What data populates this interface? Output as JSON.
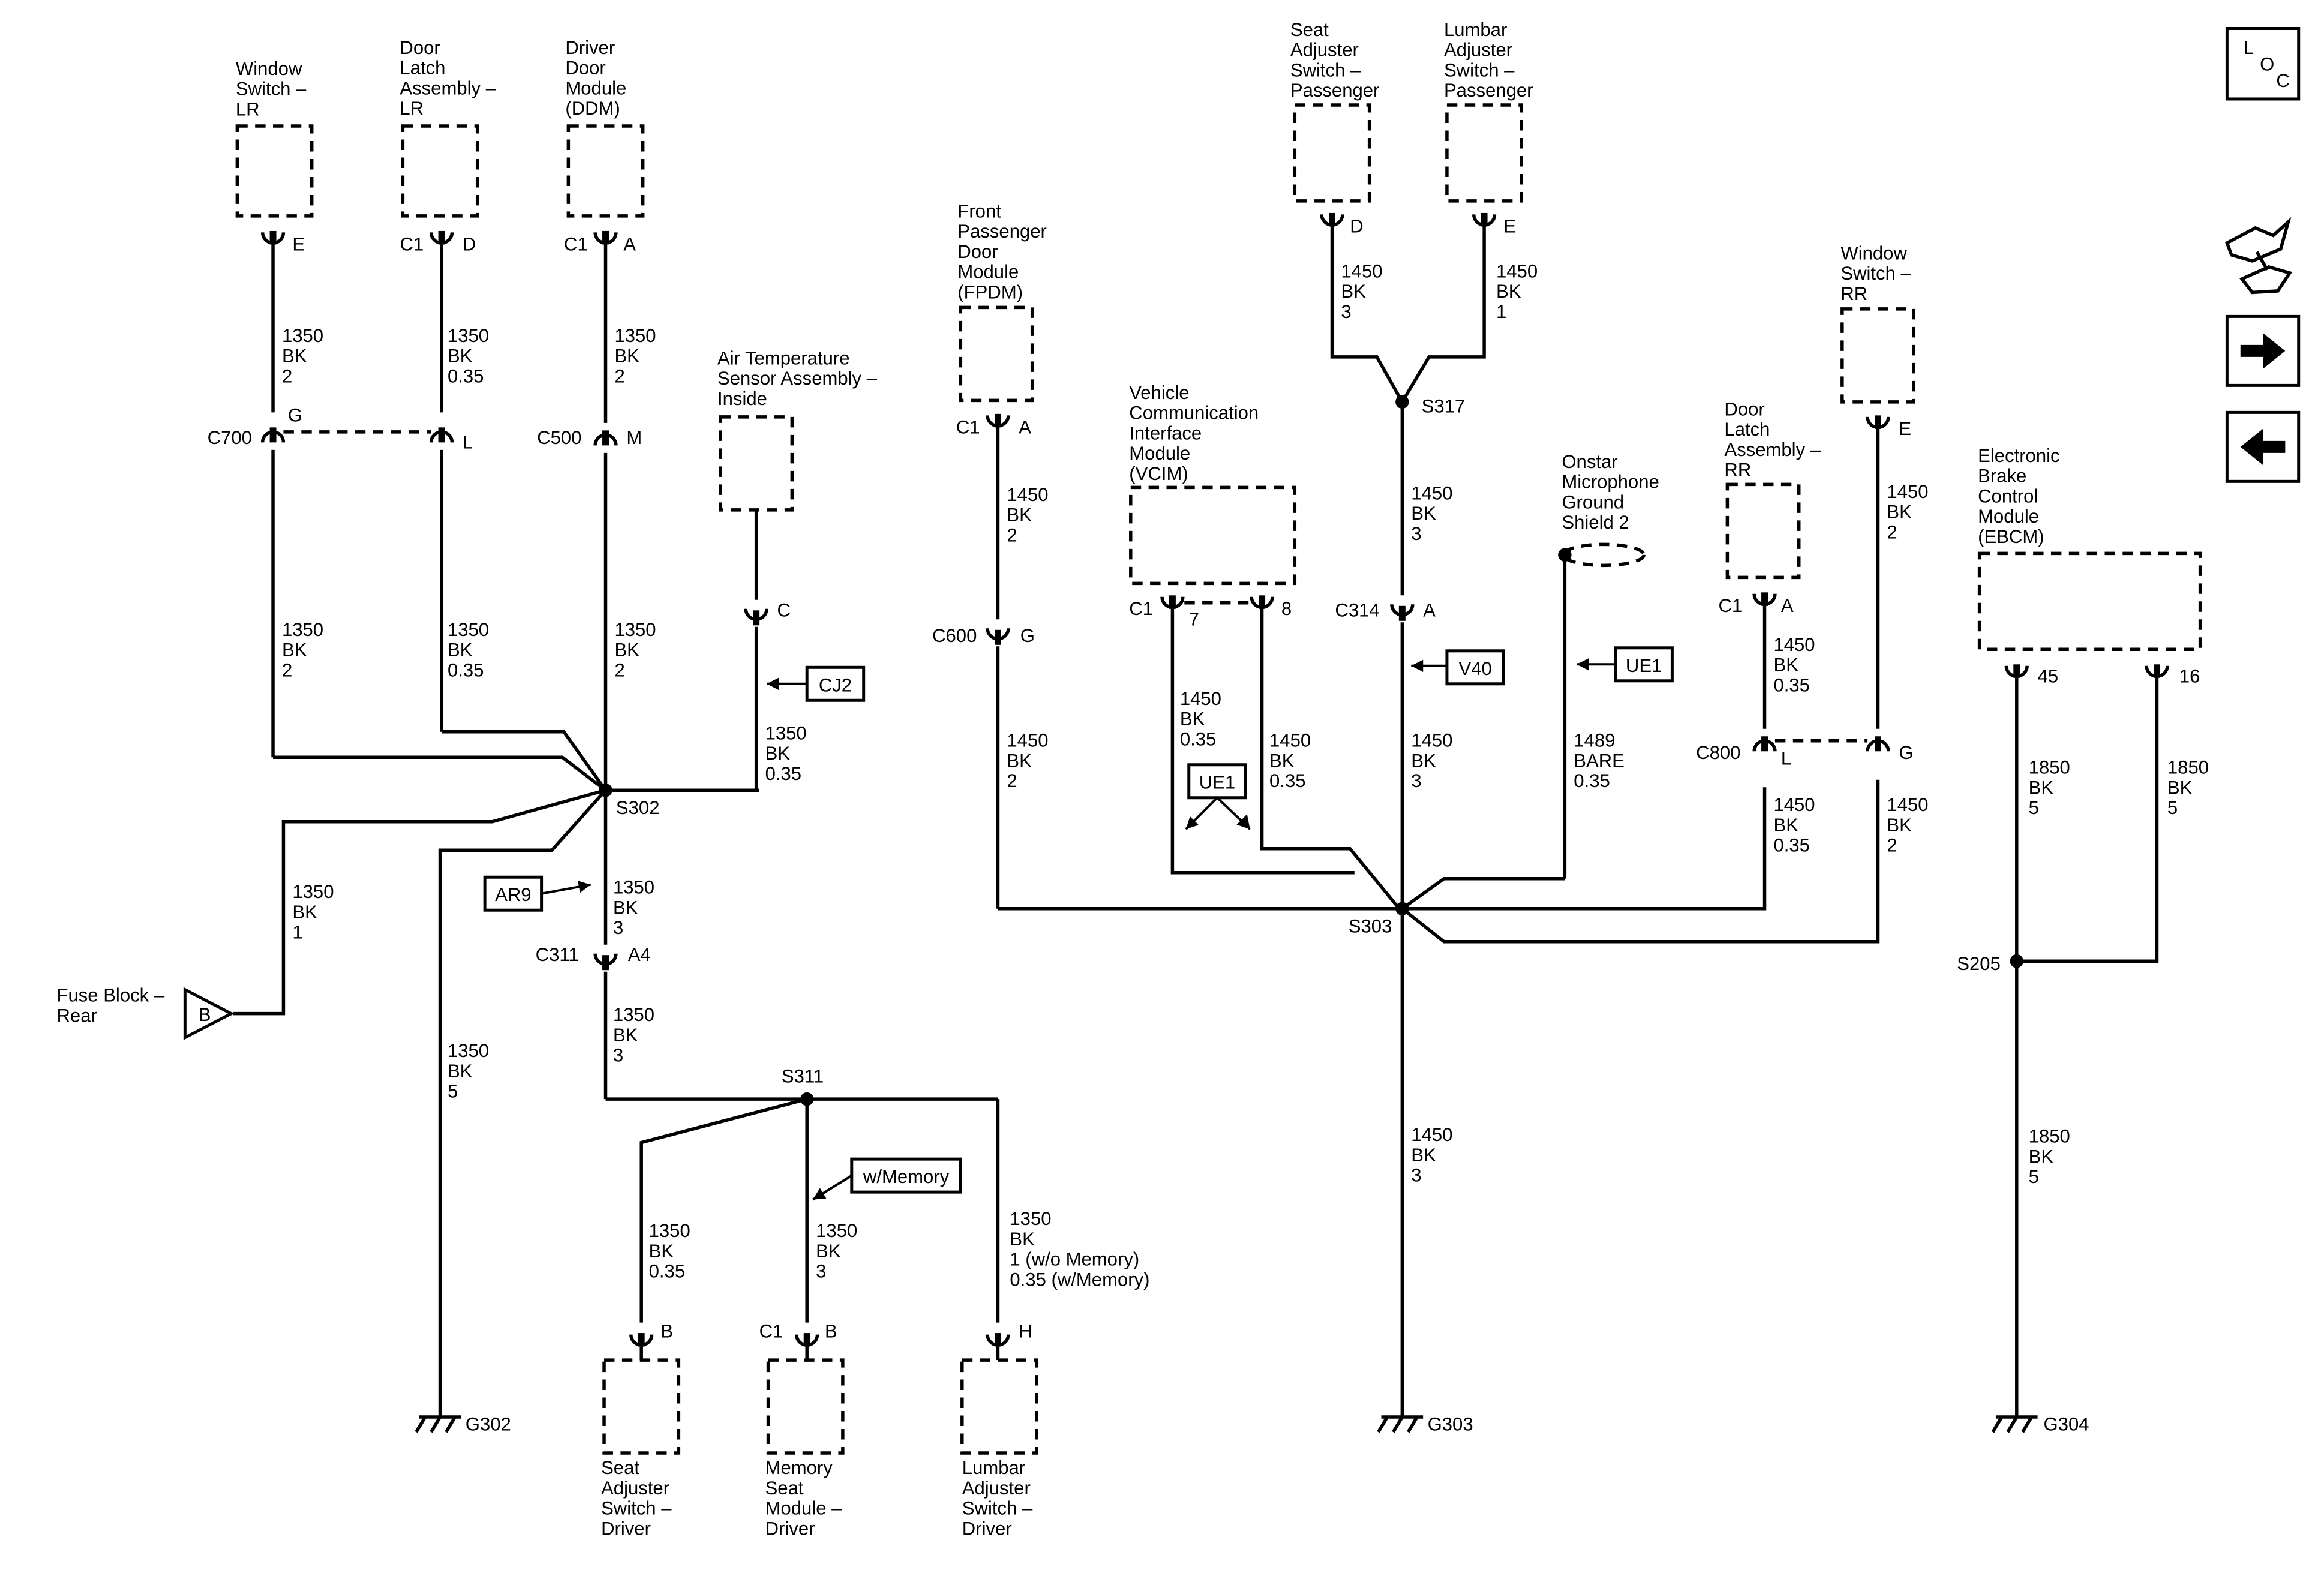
{
  "nav": {
    "loc_text": "LOC",
    "loc_letters": [
      "L",
      "O",
      "C"
    ],
    "icons": [
      "connector-end-view-icon",
      "next-page-arrow-icon",
      "previous-page-arrow-icon"
    ]
  },
  "components": [
    {
      "id": "window-switch-lr",
      "lines": [
        "Window",
        "Switch –",
        "LR"
      ]
    },
    {
      "id": "door-latch-assembly-lr",
      "lines": [
        "Door",
        "Latch",
        "Assembly –",
        "LR"
      ]
    },
    {
      "id": "driver-door-module",
      "lines": [
        "Driver",
        "Door",
        "Module",
        "(DDM)"
      ]
    },
    {
      "id": "air-temperature-sensor",
      "lines": [
        "Air Temperature",
        "Sensor Assembly –",
        "Inside"
      ]
    },
    {
      "id": "front-passenger-door-module",
      "lines": [
        "Front",
        "Passenger",
        "Door",
        "Module",
        "(FPDM)"
      ]
    },
    {
      "id": "vcim",
      "lines": [
        "Vehicle",
        "Communication",
        "Interface",
        "Module",
        "(VCIM)"
      ]
    },
    {
      "id": "seat-adjuster-switch-passenger",
      "lines": [
        "Seat",
        "Adjuster",
        "Switch –",
        "Passenger"
      ]
    },
    {
      "id": "lumbar-adjuster-switch-passenger",
      "lines": [
        "Lumbar",
        "Adjuster",
        "Switch –",
        "Passenger"
      ]
    },
    {
      "id": "onstar-microphone-ground-shield",
      "lines": [
        "Onstar",
        "Microphone",
        "Ground",
        "Shield 2"
      ]
    },
    {
      "id": "door-latch-assembly-rr",
      "lines": [
        "Door",
        "Latch",
        "Assembly –",
        "RR"
      ]
    },
    {
      "id": "window-switch-rr",
      "lines": [
        "Window",
        "Switch –",
        "RR"
      ]
    },
    {
      "id": "ebcm",
      "lines": [
        "Electronic",
        "Brake",
        "Control",
        "Module",
        "(EBCM)"
      ]
    },
    {
      "id": "seat-adjuster-switch-driver",
      "lines": [
        "Seat",
        "Adjuster",
        "Switch –",
        "Driver"
      ]
    },
    {
      "id": "memory-seat-module-driver",
      "lines": [
        "Memory",
        "Seat",
        "Module –",
        "Driver"
      ]
    },
    {
      "id": "lumbar-adjuster-switch-driver",
      "lines": [
        "Lumbar",
        "Adjuster",
        "Switch –",
        "Driver"
      ]
    },
    {
      "id": "fuse-block-rear",
      "lines": [
        "Fuse Block –",
        "Rear"
      ]
    }
  ],
  "fuse_terminal": "B",
  "wires": [
    {
      "id": "w-lr-window-upper",
      "lines": [
        "1350",
        "BK",
        "2"
      ]
    },
    {
      "id": "w-lr-latch-upper",
      "lines": [
        "1350",
        "BK",
        "0.35"
      ]
    },
    {
      "id": "w-ddm-upper",
      "lines": [
        "1350",
        "BK",
        "2"
      ]
    },
    {
      "id": "w-lr-window-lower",
      "lines": [
        "1350",
        "BK",
        "2"
      ]
    },
    {
      "id": "w-lr-latch-lower",
      "lines": [
        "1350",
        "BK",
        "0.35"
      ]
    },
    {
      "id": "w-ddm-lower",
      "lines": [
        "1350",
        "BK",
        "2"
      ]
    },
    {
      "id": "w-air-temp",
      "lines": [
        "1350",
        "BK",
        "0.35"
      ]
    },
    {
      "id": "w-fuse-block",
      "lines": [
        "1350",
        "BK",
        "1"
      ]
    },
    {
      "id": "w-s302-c311",
      "lines": [
        "1350",
        "BK",
        "3"
      ]
    },
    {
      "id": "w-c311-s311",
      "lines": [
        "1350",
        "BK",
        "3"
      ]
    },
    {
      "id": "w-g302",
      "lines": [
        "1350",
        "BK",
        "5"
      ]
    },
    {
      "id": "w-seat-adj-driver",
      "lines": [
        "1350",
        "BK",
        "0.35"
      ]
    },
    {
      "id": "w-memory-seat",
      "lines": [
        "1350",
        "BK",
        "3"
      ]
    },
    {
      "id": "w-lumbar-driver",
      "lines": [
        "1350",
        "BK",
        "1 (w/o Memory)",
        "0.35 (w/Memory)"
      ]
    },
    {
      "id": "w-fpdm-upper",
      "lines": [
        "1450",
        "BK",
        "2"
      ]
    },
    {
      "id": "w-fpdm-lower",
      "lines": [
        "1450",
        "BK",
        "2"
      ]
    },
    {
      "id": "w-vcim-7",
      "lines": [
        "1450",
        "BK",
        "0.35"
      ]
    },
    {
      "id": "w-vcim-8",
      "lines": [
        "1450",
        "BK",
        "0.35"
      ]
    },
    {
      "id": "w-seat-adj-pass",
      "lines": [
        "1450",
        "BK",
        "3"
      ]
    },
    {
      "id": "w-lumbar-pass",
      "lines": [
        "1450",
        "BK",
        "1"
      ]
    },
    {
      "id": "w-s317-c314",
      "lines": [
        "1450",
        "BK",
        "3"
      ]
    },
    {
      "id": "w-c314-s303",
      "lines": [
        "1450",
        "BK",
        "3"
      ]
    },
    {
      "id": "w-onstar",
      "lines": [
        "1489",
        "BARE",
        "0.35"
      ]
    },
    {
      "id": "w-rr-latch-upper",
      "lines": [
        "1450",
        "BK",
        "0.35"
      ]
    },
    {
      "id": "w-rr-latch-lower",
      "lines": [
        "1450",
        "BK",
        "0.35"
      ]
    },
    {
      "id": "w-rr-window-upper",
      "lines": [
        "1450",
        "BK",
        "2"
      ]
    },
    {
      "id": "w-rr-window-lower",
      "lines": [
        "1450",
        "BK",
        "2"
      ]
    },
    {
      "id": "w-g303",
      "lines": [
        "1450",
        "BK",
        "3"
      ]
    },
    {
      "id": "w-ebcm-45",
      "lines": [
        "1850",
        "BK",
        "5"
      ]
    },
    {
      "id": "w-ebcm-16",
      "lines": [
        "1850",
        "BK",
        "5"
      ]
    },
    {
      "id": "w-g304",
      "lines": [
        "1850",
        "BK",
        "5"
      ]
    }
  ],
  "labels": [
    {
      "id": "pin-window-lr-e",
      "text": "E"
    },
    {
      "id": "conn-latch-lr-c1",
      "text": "C1"
    },
    {
      "id": "pin-latch-lr-d",
      "text": "D"
    },
    {
      "id": "conn-ddm-c1",
      "text": "C1"
    },
    {
      "id": "pin-ddm-a",
      "text": "A"
    },
    {
      "id": "conn-c700",
      "text": "C700"
    },
    {
      "id": "pin-c700-g",
      "text": "G"
    },
    {
      "id": "pin-c700-l",
      "text": "L"
    },
    {
      "id": "conn-c500",
      "text": "C500"
    },
    {
      "id": "pin-c500-m",
      "text": "M"
    },
    {
      "id": "pin-air-temp-c",
      "text": "C"
    },
    {
      "id": "splice-s302",
      "text": "S302"
    },
    {
      "id": "conn-c311",
      "text": "C311"
    },
    {
      "id": "pin-c311-a4",
      "text": "A4"
    },
    {
      "id": "splice-s311",
      "text": "S311"
    },
    {
      "id": "ground-g302",
      "text": "G302"
    },
    {
      "id": "pin-seat-adj-driver-b",
      "text": "B"
    },
    {
      "id": "conn-memory-c1",
      "text": "C1"
    },
    {
      "id": "pin-memory-b",
      "text": "B"
    },
    {
      "id": "pin-lumbar-driver-h",
      "text": "H"
    },
    {
      "id": "conn-fpdm-c1",
      "text": "C1"
    },
    {
      "id": "pin-fpdm-a",
      "text": "A"
    },
    {
      "id": "conn-c600",
      "text": "C600"
    },
    {
      "id": "pin-c600-g",
      "text": "G"
    },
    {
      "id": "conn-vcim-c1",
      "text": "C1"
    },
    {
      "id": "pin-vcim-7",
      "text": "7"
    },
    {
      "id": "pin-vcim-8",
      "text": "8"
    },
    {
      "id": "pin-seat-pass-d",
      "text": "D"
    },
    {
      "id": "pin-lumbar-pass-e",
      "text": "E"
    },
    {
      "id": "splice-s317",
      "text": "S317"
    },
    {
      "id": "conn-c314",
      "text": "C314"
    },
    {
      "id": "pin-c314-a",
      "text": "A"
    },
    {
      "id": "splice-s303",
      "text": "S303"
    },
    {
      "id": "ground-g303",
      "text": "G303"
    },
    {
      "id": "conn-latch-rr-c1",
      "text": "C1"
    },
    {
      "id": "pin-latch-rr-a",
      "text": "A"
    },
    {
      "id": "pin-window-rr-e",
      "text": "E"
    },
    {
      "id": "conn-c800",
      "text": "C800"
    },
    {
      "id": "pin-c800-l",
      "text": "L"
    },
    {
      "id": "pin-c800-g",
      "text": "G"
    },
    {
      "id": "pin-ebcm-45",
      "text": "45"
    },
    {
      "id": "pin-ebcm-16",
      "text": "16"
    },
    {
      "id": "splice-s205",
      "text": "S205"
    },
    {
      "id": "ground-g304",
      "text": "G304"
    }
  ],
  "callouts": [
    {
      "id": "callout-cj2",
      "text": "CJ2"
    },
    {
      "id": "callout-ar9",
      "text": "AR9"
    },
    {
      "id": "callout-w-memory",
      "text": "w/Memory"
    },
    {
      "id": "callout-ue1-vcim",
      "text": "UE1"
    },
    {
      "id": "callout-v40",
      "text": "V40"
    },
    {
      "id": "callout-ue1-onstar",
      "text": "UE1"
    }
  ]
}
